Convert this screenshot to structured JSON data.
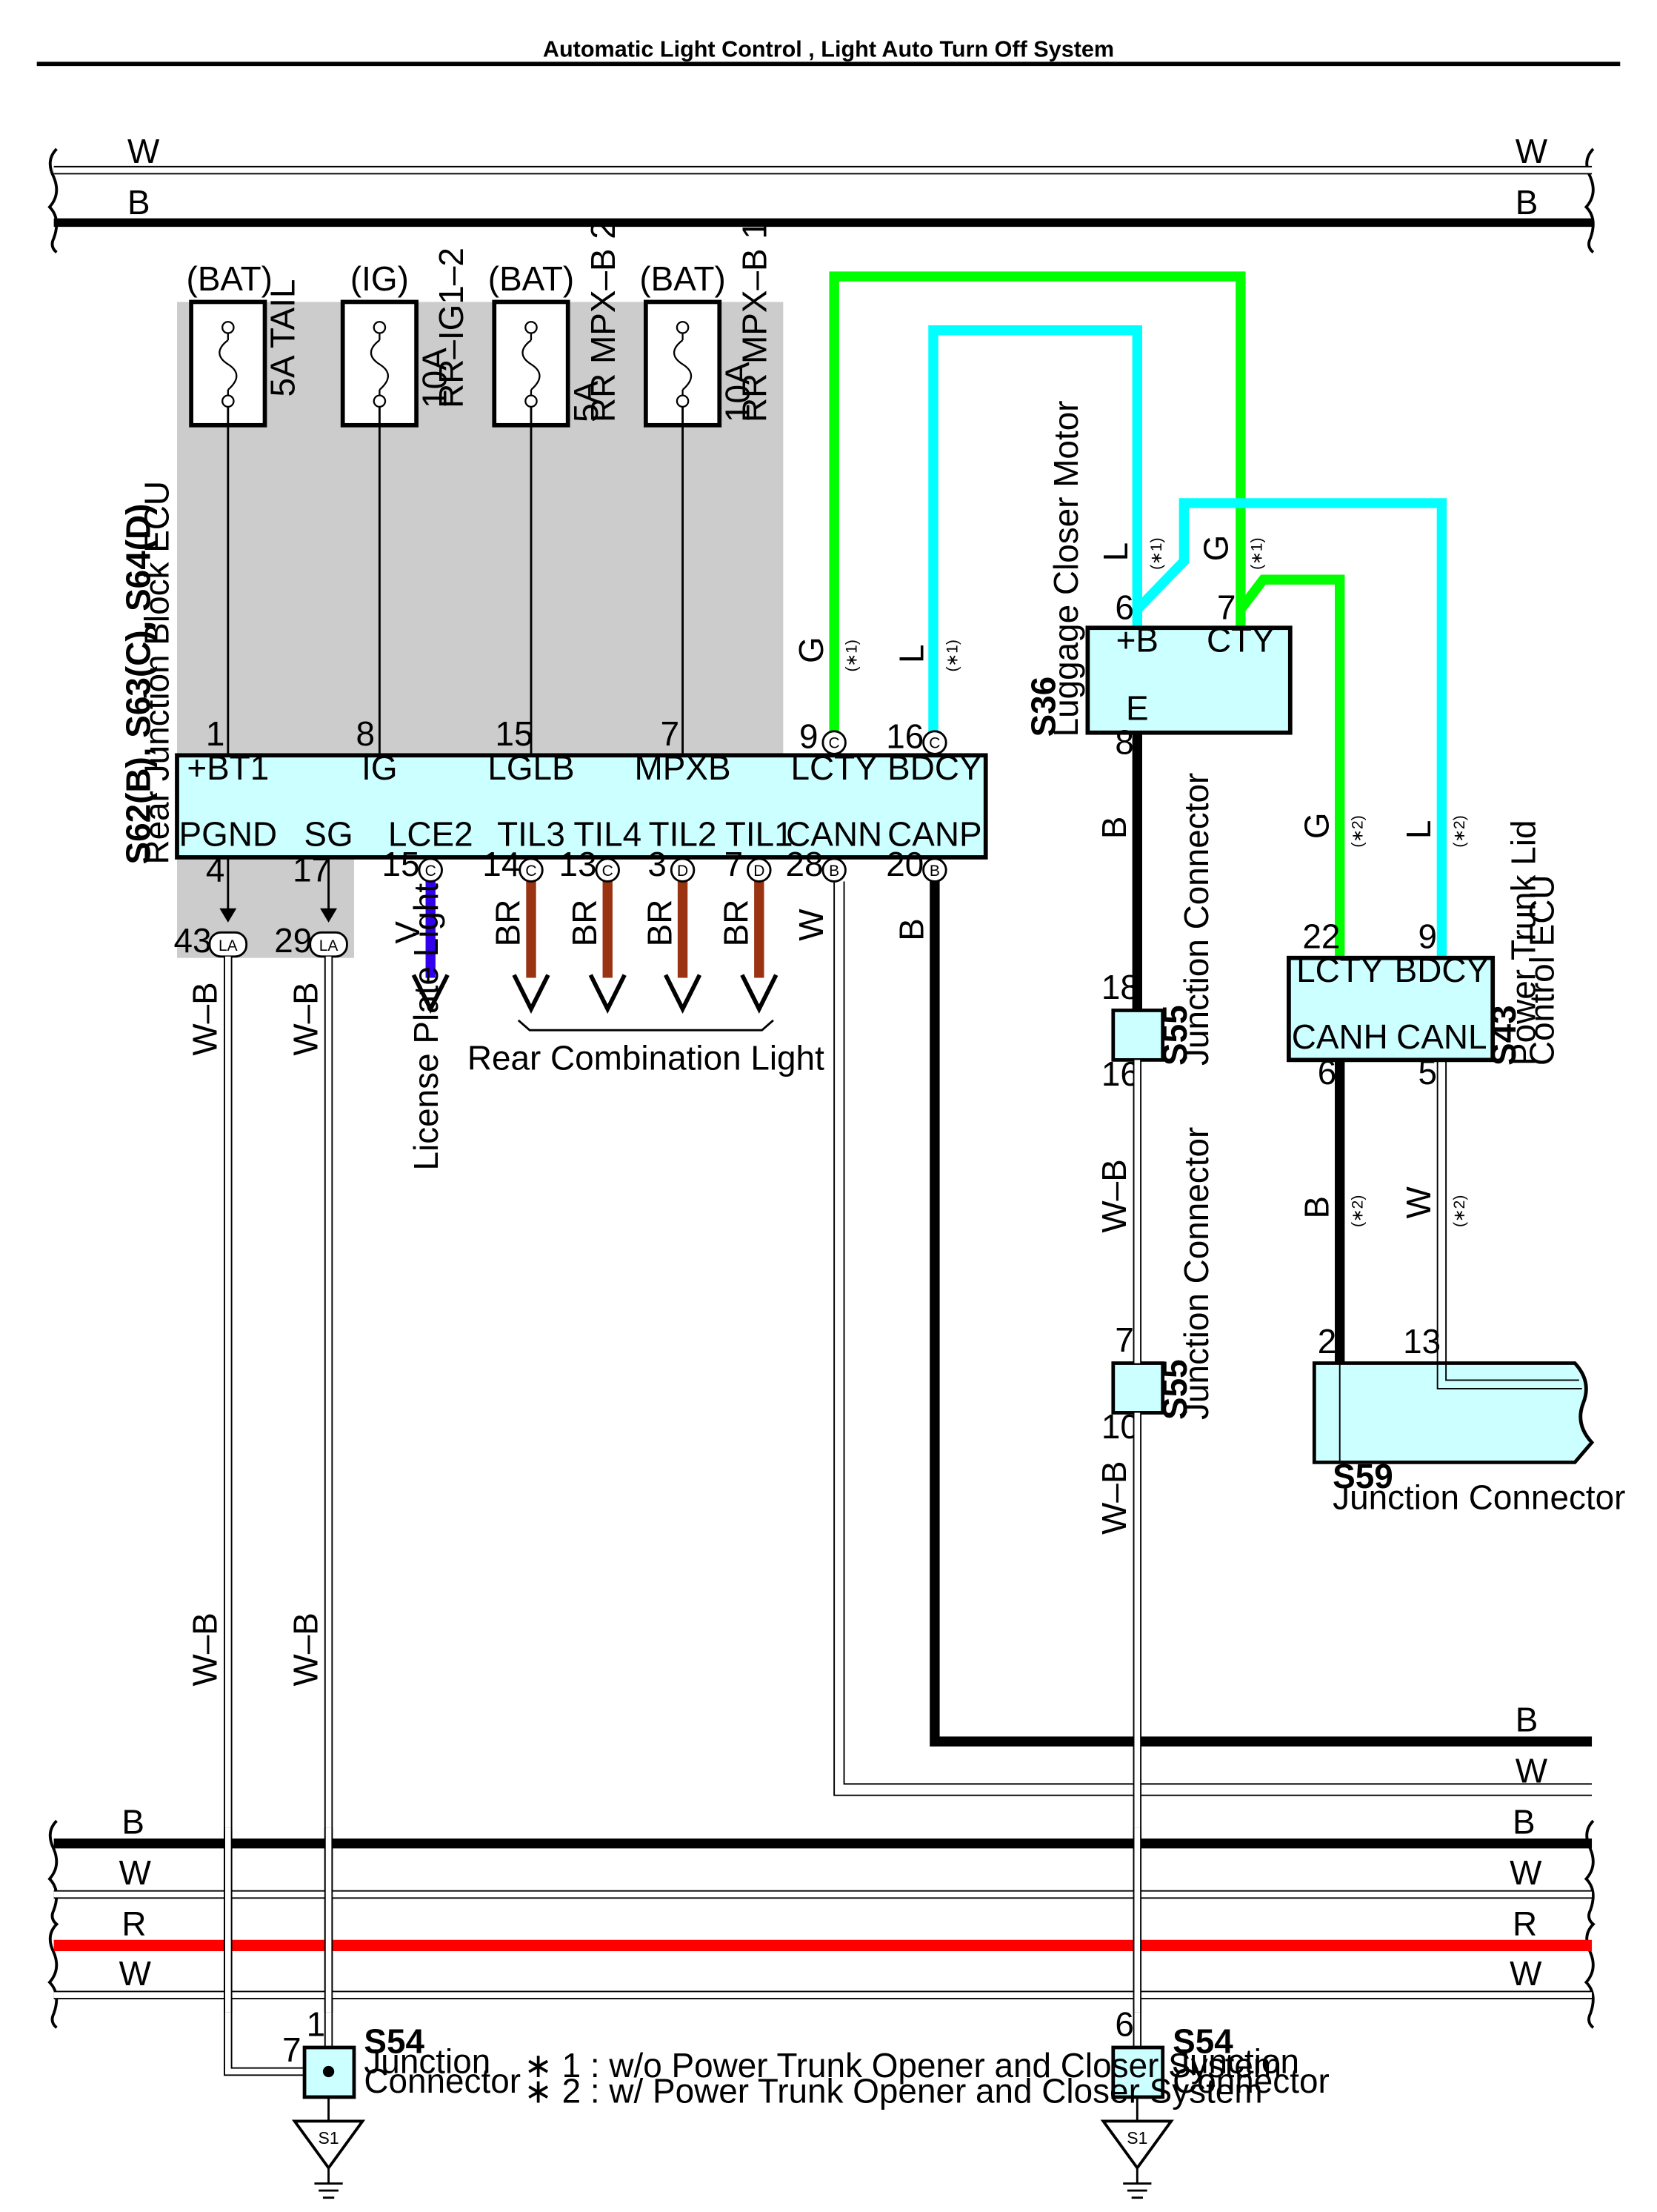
{
  "title": "Automatic Light Control , Light Auto Turn Off System",
  "colors": {
    "W": "#ffffff",
    "B": "#000000",
    "R": "#ff0000",
    "G": "#00ff00",
    "L": "#00ffff",
    "V": "#3300ee",
    "BR": "#993311",
    "component_fill": "#ccffff",
    "shade": "#cccccc"
  },
  "bus_top": [
    {
      "left": "W",
      "right": "W"
    },
    {
      "left": "B",
      "right": "B"
    }
  ],
  "bus_bottom": [
    {
      "left": "B",
      "right": "B"
    },
    {
      "left": "W",
      "right": "W"
    },
    {
      "left": "R",
      "right": "R"
    },
    {
      "left": "W",
      "right": "W"
    }
  ],
  "right_exit_wires": [
    "B",
    "W"
  ],
  "fuses": [
    {
      "source": "(BAT)",
      "rating": "5A TAIL",
      "rating2": "",
      "pin": "1",
      "terminal": "+BT1"
    },
    {
      "source": "(IG)",
      "rating": "10A",
      "rating2": "RR–IG1–2",
      "pin": "8",
      "terminal": "IG"
    },
    {
      "source": "(BAT)",
      "rating": "5A",
      "rating2": "RR MPX–B 2",
      "pin": "15",
      "terminal": "LGLB"
    },
    {
      "source": "(BAT)",
      "rating": "10A",
      "rating2": "RR MPX–B 1",
      "pin": "7",
      "terminal": "MPXB"
    }
  ],
  "ecu": {
    "id": "S62(B), S63(C), S64(D)",
    "name": "Rear Junction Block ECU",
    "top_extra": [
      {
        "pin": "9",
        "conn": "C",
        "terminal": "LCTY",
        "wire": "G",
        "note": "(∗1)"
      },
      {
        "pin": "16",
        "conn": "C",
        "terminal": "BDCY",
        "wire": "L",
        "note": "(∗1)"
      }
    ],
    "bottom": [
      {
        "pin": "4",
        "terminal": "PGND",
        "conn": "",
        "wire": "W–B"
      },
      {
        "pin": "17",
        "terminal": "SG",
        "conn": "",
        "wire": "W–B"
      },
      {
        "pin": "15",
        "terminal": "LCE2",
        "conn": "C",
        "wire": "V"
      },
      {
        "pin": "14",
        "terminal": "TIL3",
        "conn": "C",
        "wire": "BR"
      },
      {
        "pin": "13",
        "terminal": "TIL4",
        "conn": "C",
        "wire": "BR"
      },
      {
        "pin": "3",
        "terminal": "TIL2",
        "conn": "D",
        "wire": "BR"
      },
      {
        "pin": "7",
        "terminal": "TIL1",
        "conn": "D",
        "wire": "BR"
      },
      {
        "pin": "28",
        "terminal": "CANN",
        "conn": "B",
        "wire": "W"
      },
      {
        "pin": "20",
        "terminal": "CANP",
        "conn": "B",
        "wire": "B"
      }
    ],
    "la_pins": [
      {
        "pin": "43",
        "conn": "LA"
      },
      {
        "pin": "29",
        "conn": "LA"
      }
    ]
  },
  "license_plate_light": "License Plate Light",
  "rear_combination_light": "Rear Combination Light",
  "luggage_motor": {
    "id": "S36",
    "name": "Luggage Closer Motor",
    "pins": {
      "b_plus": "6",
      "cty": "7",
      "e": "8"
    },
    "terminals": {
      "b_plus": "+B",
      "cty": "CTY",
      "e": "E"
    },
    "wires": {
      "b_plus": "L",
      "cty": "G",
      "e": "B"
    },
    "note": "(∗1)"
  },
  "trunk_ecu": {
    "id": "S43",
    "name1": "Power Trunk Lid",
    "name2": "Control ECU",
    "pins": {
      "lcty": "22",
      "bdcy": "9",
      "canh": "6",
      "canl": "5"
    },
    "terminals": {
      "lcty": "LCTY",
      "bdcy": "BDCY",
      "canh": "CANH",
      "canl": "CANL"
    },
    "wires": {
      "lcty": "G",
      "bdcy": "L",
      "canh": "B",
      "canl": "W"
    },
    "note": "(∗2)"
  },
  "s59": {
    "id": "S59",
    "name": "Junction Connector",
    "pin_b": "2",
    "pin_w": "13"
  },
  "s55_a": {
    "id": "S55",
    "name": "Junction Connector",
    "pin_top": "18",
    "pin_bottom": "16"
  },
  "s55_b": {
    "id": "S55",
    "name": "Junction Connector",
    "pin_top": "7",
    "pin_bottom": "10"
  },
  "wb_labels": {
    "left1": "W–B",
    "left2": "W–B",
    "mid1": "W–B",
    "mid2": "W–B"
  },
  "s54_left": {
    "id": "S54",
    "name1": "Junction",
    "name2": "Connector",
    "pin_top": "1",
    "pin_left": "7"
  },
  "s54_right": {
    "id": "S54",
    "name1": "Junction",
    "name2": "Connector",
    "pin_top": "6"
  },
  "ground": "S1",
  "footnotes": [
    {
      "mark": "∗ 1",
      "text": " : w/o Power Trunk Opener and Closer System"
    },
    {
      "mark": "∗ 2",
      "text": " : w/ Power Trunk Opener and Closer System"
    }
  ]
}
